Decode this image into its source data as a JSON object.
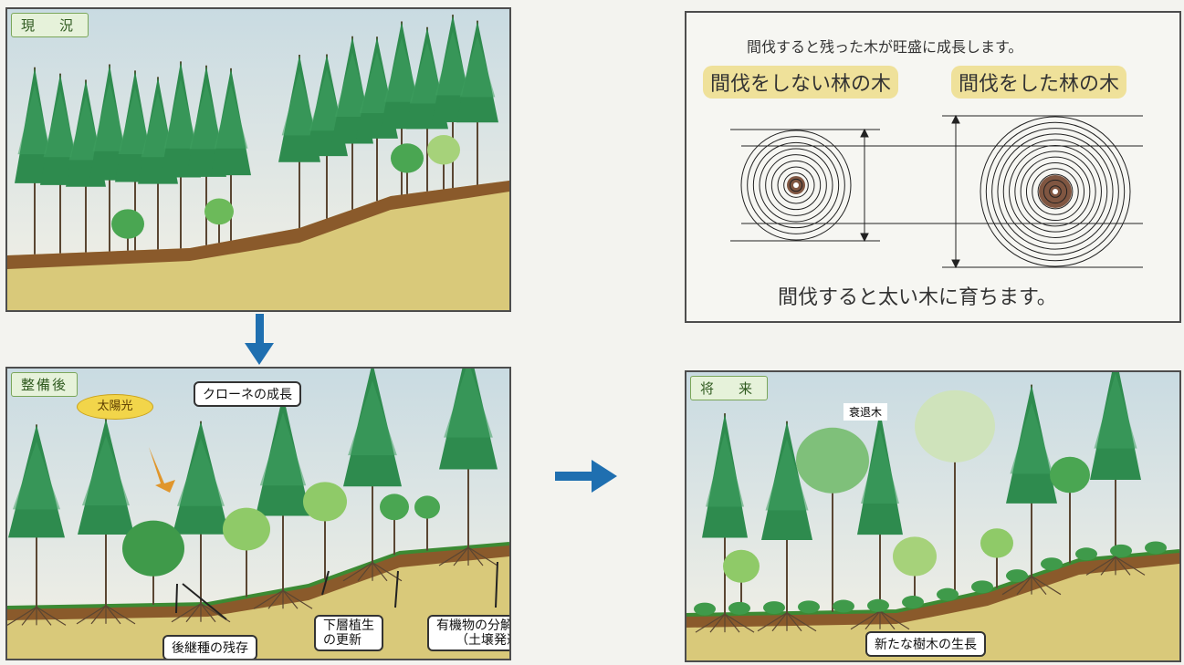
{
  "panels": {
    "current": {
      "tag": "現　況"
    },
    "after": {
      "tag": "整備後",
      "sunlight_label": "太陽光",
      "crown_label": "クローネの成長",
      "residual_label": "後継種の残存",
      "understory_label": "下層植生\nの更新",
      "decomposition_label": "有機物の分解促進\n　　（土壌発達）"
    },
    "rings": {
      "heading": "間伐すると残った木が旺盛に成長します。",
      "left_label": "間伐をしない林の木",
      "right_label": "間伐をした林の木",
      "footer": "間伐すると太い木に育ちます。"
    },
    "future": {
      "tag": "将　来",
      "declining_label": "衰退木",
      "new_growth_label": "新たな樹木の生長"
    }
  },
  "colors": {
    "arrow_blue": "#1f6fb0",
    "conifer": "#2e8b4e",
    "soil_brown": "#8a5a2b",
    "ground_yellow": "#d9c97a"
  }
}
